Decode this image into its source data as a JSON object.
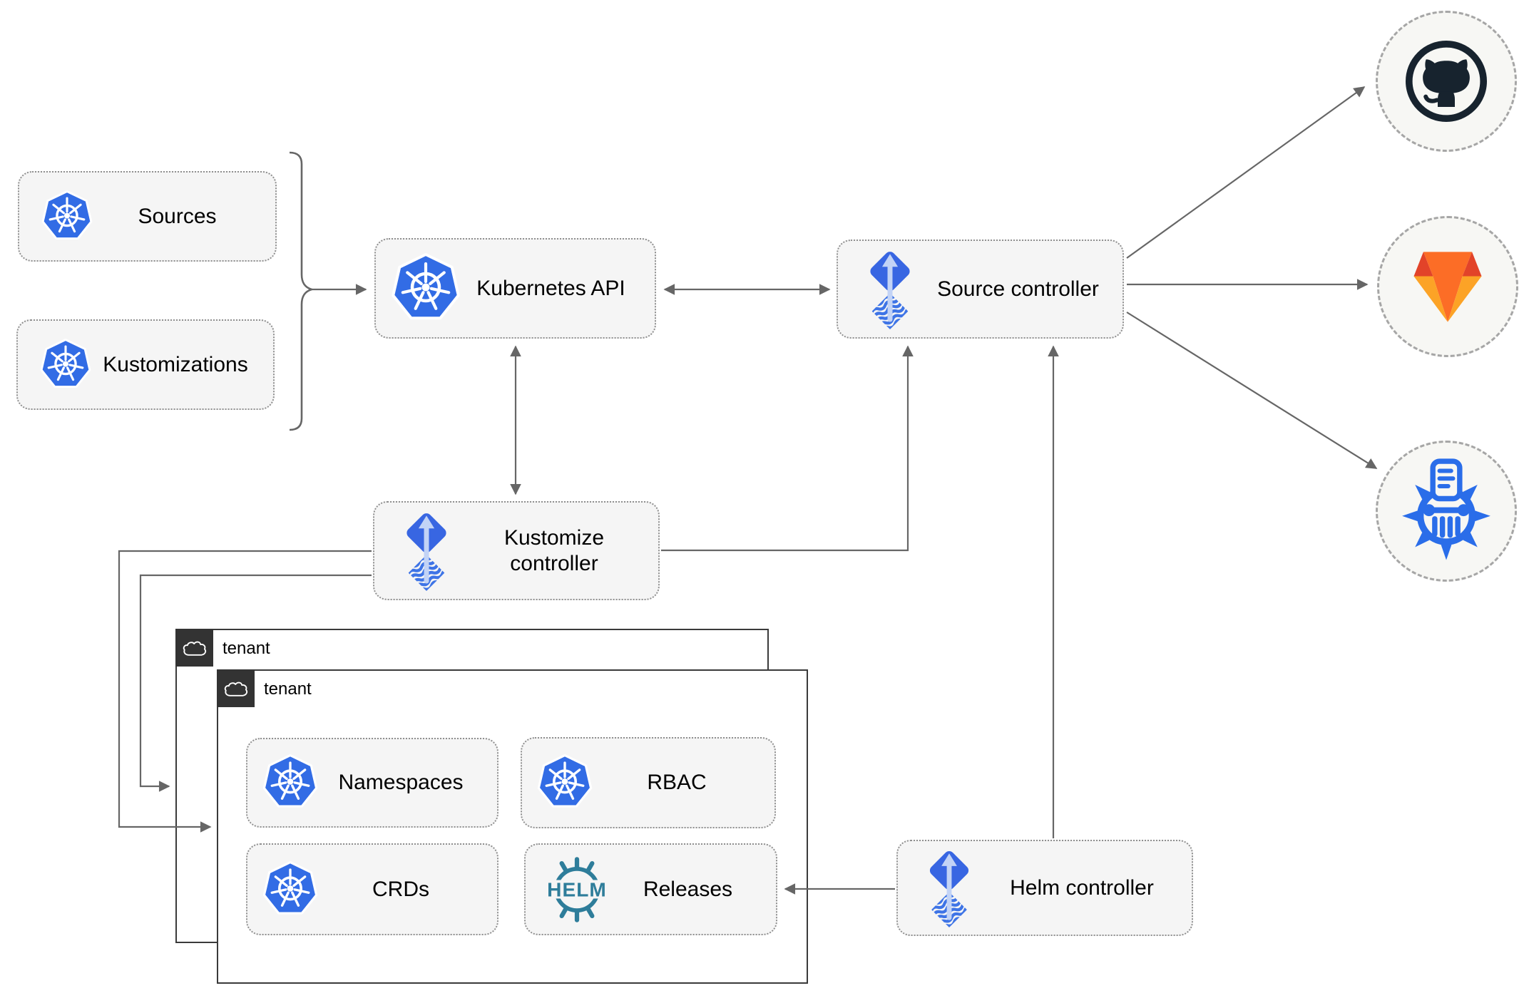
{
  "nodes": {
    "sources": {
      "label": "Sources"
    },
    "kustomizations": {
      "label": "Kustomizations"
    },
    "kubernetes_api": {
      "label": "Kubernetes API"
    },
    "source_controller": {
      "label": "Source controller"
    },
    "kustomize_controller": {
      "label": "Kustomize controller"
    },
    "helm_controller": {
      "label": "Helm controller"
    },
    "tenant_back": {
      "label": "tenant"
    },
    "tenant_front": {
      "label": "tenant"
    },
    "namespaces": {
      "label": "Namespaces"
    },
    "rbac": {
      "label": "RBAC"
    },
    "crds": {
      "label": "CRDs"
    },
    "releases": {
      "label": "Releases",
      "icon_text": "HELM"
    }
  },
  "icons": {
    "kubernetes": "kubernetes-wheel",
    "flux": "flux-diamond-arrow",
    "helm": "helm-wheel",
    "cloud": "cloud-outline",
    "github": "github-octocat",
    "gitlab": "gitlab-fox",
    "registry": "container-registry-wheel"
  },
  "colors": {
    "kubernetes_blue": "#326CE5",
    "flux_blue": "#3866E2",
    "flux_wave_blue": "#3E74E6",
    "flux_light_arrow": "#C2D3F6",
    "helm_teal": "#2E7D9A",
    "github_dark": "#17232E",
    "gitlab_red": "#E24329",
    "gitlab_orange": "#FC6D26",
    "gitlab_yellow": "#FCA326",
    "node_fill": "#F5F5F5",
    "connector_gray": "#666666",
    "tenant_border": "#3A3A3A"
  }
}
